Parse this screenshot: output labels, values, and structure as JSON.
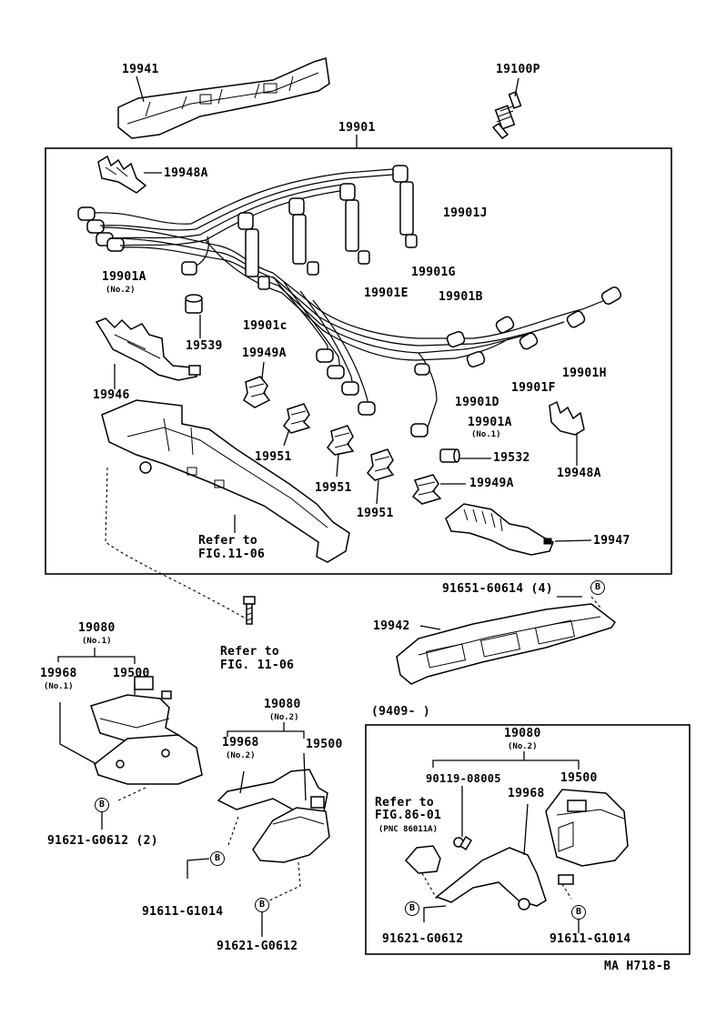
{
  "labels": {
    "p19941": "19941",
    "p19100P": "19100P",
    "p19901_box": "19901",
    "p19948A_top": "19948A",
    "p19901J": "19901J",
    "p19901A_no2": "19901A",
    "no2_a": "(No.2)",
    "p19901G": "19901G",
    "p19901E": "19901E",
    "p19901B": "19901B",
    "p19539": "19539",
    "p19901C": "19901c",
    "p19949A_top": "19949A",
    "p19901H": "19901H",
    "p19901F": "19901F",
    "p19946": "19946",
    "p19901D": "19901D",
    "p19901A_no1": "19901A",
    "no1_a": "(No.1)",
    "p19951_a": "19951",
    "p19532": "19532",
    "p19948A_right": "19948A",
    "p19951_b": "19951",
    "p19949A_bottom": "19949A",
    "p19951_c": "19951",
    "refer_fig1106_a_line1": "Refer to",
    "refer_fig1106_a_line2": "FIG.11-06",
    "p19947": "19947",
    "p91651": "91651-60614 (4)",
    "p19942": "19942",
    "refer_fig1106_b_line1": "Refer to",
    "refer_fig1106_b_line2": "FIG. 11-06",
    "p19080_no1": "19080",
    "no1_b": "(No.1)",
    "p19968_no1": "19968",
    "no1_c": "(No.1)",
    "p19500_left": "19500",
    "p91621_left": "91621-G0612 (2)",
    "p19080_no2_mid": "19080",
    "no2_b": "(No.2)",
    "p19968_no2": "19968",
    "no2_c": "(No.2)",
    "p19500_mid": "19500",
    "p91611_mid": "91611-G1014",
    "p91621_mid": "91621-G0612",
    "date_range": "(9409-        )",
    "p19080_no2_right": "19080",
    "no2_d": "(No.2)",
    "p90119": "90119-08005",
    "p19500_right": "19500",
    "refer_fig8601_line1": "Refer to",
    "refer_fig8601_line2": "FIG.86-01",
    "pnc": "(PNC 86011A)",
    "p19968_right": "19968",
    "p91621_right": "91621-G0612",
    "p91611_right": "91611-G1014",
    "footer_code": "MA  H718-B",
    "circle_b": "B"
  }
}
